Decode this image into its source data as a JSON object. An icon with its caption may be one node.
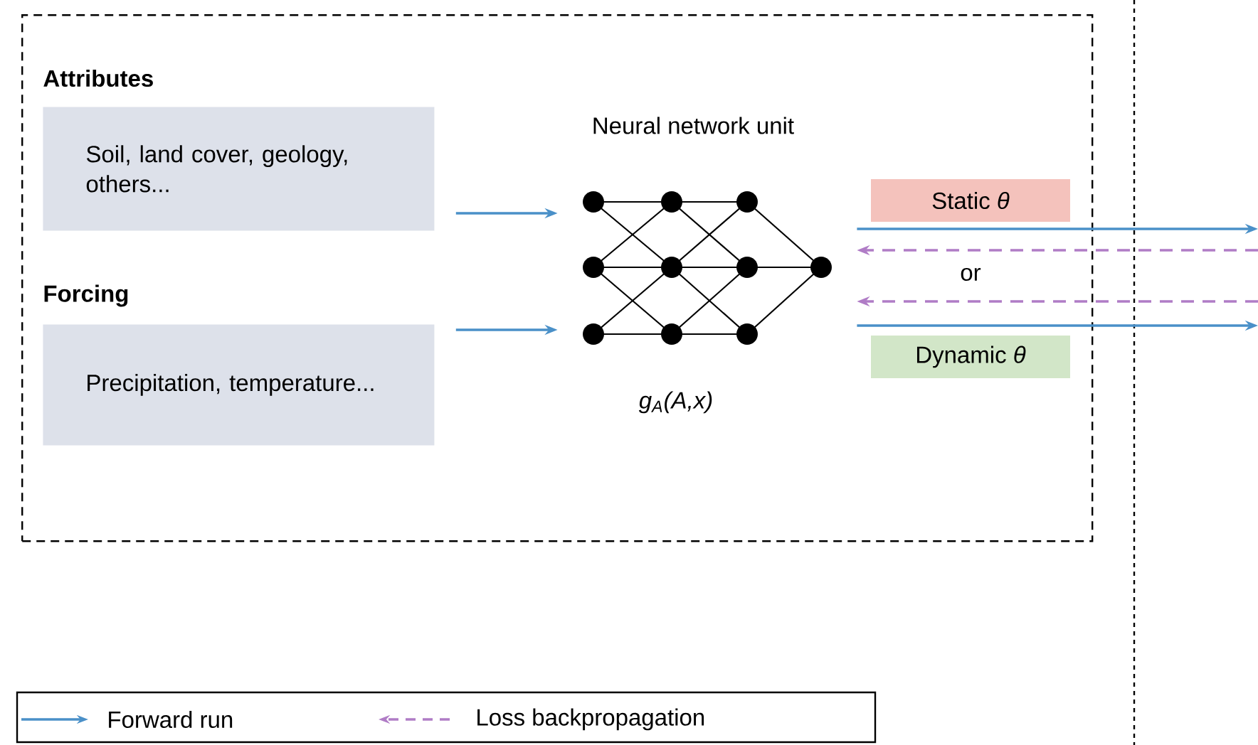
{
  "diagram": {
    "nodes": [
      {
        "text": [],
        "shape": "box"
      },
      {
        "text": [
          "Attributes",
          "Soil, land cover, geology, others..."
        ],
        "in": 0
      },
      {
        "text": [
          "Forcing",
          "Precipitation, temperature..."
        ],
        "in": 0
      },
      {
        "text": [
          "Neural network unit"
        ],
        "beside": [
          "g$_{A}$(A,x)"
        ],
        "in": 0
      }
    ],
    "edges": [
      {
        "from": 1,
        "to": 3,
        "arrow": "to"
      },
      {
        "from": 2,
        "to": 3,
        "arrow": "to"
      },
      {
        "from": 3,
        "to": null,
        "arrow": "to",
        "label": "Static *θ*"
      },
      {
        "from": null,
        "to": 3,
        "arrow": "to",
        "style": "dashed",
        "color": "#b07cc6"
      },
      {
        "from": null,
        "to": 3,
        "arrow": "to",
        "style": "dashed",
        "color": "#b07cc6"
      },
      {
        "from": 3,
        "to": null,
        "arrow": "to",
        "label": "Dynamic *θ*"
      }
    ],
    "labels": [
      "or"
    ],
    "legend": [
      {
        "text": "Forward run"
      },
      {
        "text": "Loss backpropagation"
      }
    ]
  }
}
